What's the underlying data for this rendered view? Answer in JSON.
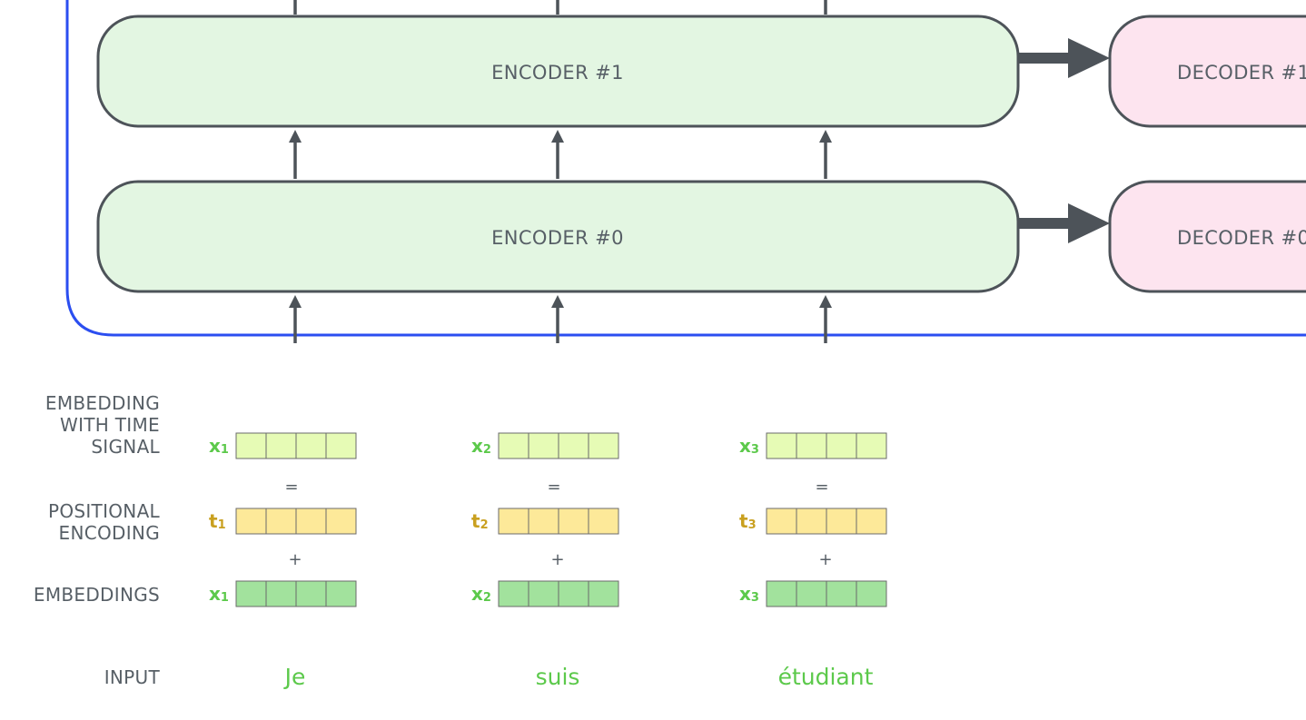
{
  "colors": {
    "frame": "#2b4ef0",
    "encoder_fill": "#e3f6e2",
    "decoder_fill": "#fde4ef",
    "box_stroke": "#4d5359",
    "arrow": "#4d5359",
    "text": "#575f66",
    "embedding_cell": "#a2e29d",
    "positional_cell": "#fde999",
    "time_signal_cell": "#e6fbb5",
    "cell_stroke": "#6b6b6b",
    "x_label": "#5cc94b",
    "t_label": "#c9a020",
    "word": "#5cc94b"
  },
  "encoders": [
    {
      "label": "ENCODER #1"
    },
    {
      "label": "ENCODER #0"
    }
  ],
  "decoders": [
    {
      "label": "DECODER #1"
    },
    {
      "label": "DECODER #0"
    }
  ],
  "row_labels": {
    "time_signal": [
      "EMBEDDING",
      "WITH TIME",
      "SIGNAL"
    ],
    "positional": [
      "POSITIONAL",
      "ENCODING"
    ],
    "embeddings": [
      "EMBEDDINGS"
    ],
    "input": [
      "INPUT"
    ]
  },
  "operators": {
    "equals": "=",
    "plus": "+"
  },
  "tokens": [
    {
      "word": "Je",
      "x_main": "x",
      "x_sub": "1",
      "t_main": "t",
      "t_sub": "1"
    },
    {
      "word": "suis",
      "x_main": "x",
      "x_sub": "2",
      "t_main": "t",
      "t_sub": "2"
    },
    {
      "word": "étudiant",
      "x_main": "x",
      "x_sub": "3",
      "t_main": "t",
      "t_sub": "3"
    }
  ]
}
